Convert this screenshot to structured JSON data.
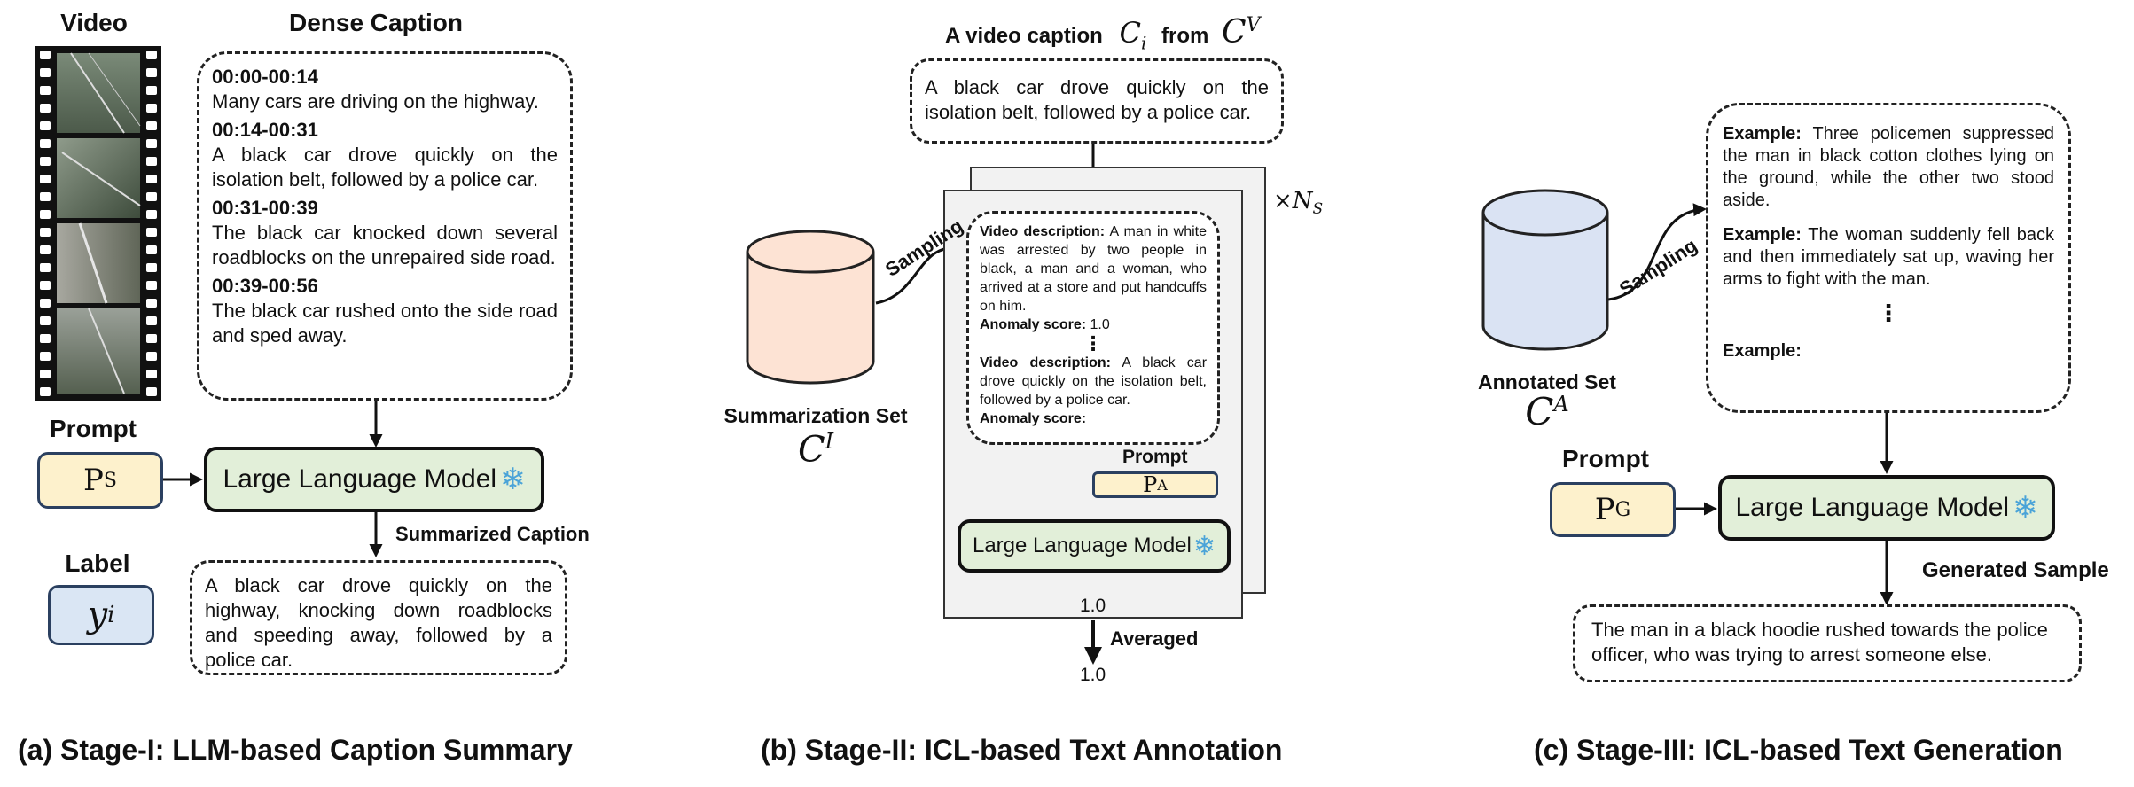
{
  "stage1": {
    "video_heading": "Video",
    "dense_heading": "Dense Caption",
    "segments": [
      {
        "time": "00:00-00:14",
        "text": "Many cars are driving on the highway."
      },
      {
        "time": "00:14-00:31",
        "text": "A black car drove quickly on the isolation belt, followed by a police car."
      },
      {
        "time": "00:31-00:39",
        "text": "The black car knocked down several roadblocks on the unrepaired side road."
      },
      {
        "time": "00:39-00:56",
        "text": "The black car rushed onto the side road and sped away."
      }
    ],
    "prompt_heading": "Prompt",
    "prompt_symbol": "P",
    "prompt_sub": "S",
    "llm_label": "Large Language Model",
    "summarized_heading": "Summarized Caption",
    "summary_text": "A black car drove quickly on the highway, knocking down roadblocks and speeding away, followed by a police car.",
    "label_heading": "Label",
    "label_symbol": "y",
    "label_sub": "i",
    "caption": "(a) Stage-I: LLM-based Caption Summary"
  },
  "stage2": {
    "video_caption_heading": "A video caption",
    "ci_symbol": "C",
    "ci_sub": "i",
    "from_word": "from",
    "cv_symbol": "C",
    "cv_sup": "V",
    "input_text": "A black car drove quickly on the isolation belt, followed by a police car.",
    "times_symbol": "×N",
    "times_sub": "S",
    "set_label": "Summarization Set",
    "set_symbol": "C",
    "set_sup": "I",
    "sampling_label": "Sampling",
    "ex1_label": "Video description:",
    "ex1_text": "A man in white was arrested by two people in black, a man and a woman, who arrived at a store and put handcuffs on him.",
    "score_label": "Anomaly score:",
    "ex1_score": "1.0",
    "ellipsis": "⋮",
    "ex2_label": "Video description:",
    "ex2_text": "A black car drove quickly on the isolation belt, followed by a police car.",
    "ex2_score_label": "Anomaly score:",
    "prompt_heading": "Prompt",
    "prompt_symbol": "P",
    "prompt_sub": "A",
    "llm_label": "Large Language Model",
    "score_out": "1.0",
    "averaged_label": "Averaged",
    "final_score": "1.0",
    "caption": "(b) Stage-II: ICL-based Text Annotation"
  },
  "stage3": {
    "set_label": "Annotated Set",
    "set_symbol": "C",
    "set_sup": "A",
    "sampling_label": "Sampling",
    "example_label": "Example:",
    "example1": "Three policemen suppressed the man in black cotton clothes lying on the ground, while the other two stood aside.",
    "example2": "The woman suddenly fell back and then immediately sat up, waving her arms to fight with the man.",
    "ellipsis": "⋮",
    "prompt_heading": "Prompt",
    "prompt_symbol": "P",
    "prompt_sub": "G",
    "llm_label": "Large Language Model",
    "generated_heading": "Generated Sample",
    "generated_text": "The man in a black hoodie rushed towards the police officer, who was trying to arrest someone else.",
    "caption": "(c) Stage-III: ICL-based Text Generation"
  },
  "colors": {
    "llm_fill": "#e2efd9",
    "prompt_fill": "#fdf1cc",
    "label_fill": "#dae6f4",
    "summarization_set_fill": "#fde3d4",
    "annotated_set_fill": "#dae3f3",
    "panel_fill": "#f2f2f2",
    "snowflake": "#4aa3d8"
  },
  "icons": [
    "film-strip-icon",
    "snowflake-icon",
    "database-cylinder-icon",
    "arrow-icon"
  ]
}
